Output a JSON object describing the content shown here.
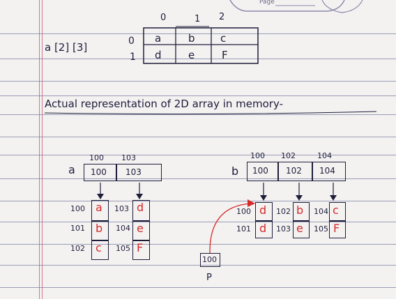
{
  "header": {
    "page_label": "Page"
  },
  "array_decl": {
    "label": "a [2] [3]",
    "col_indices": [
      "0",
      "1",
      "2"
    ],
    "row_indices": [
      "0",
      "1"
    ],
    "rows": [
      [
        "a",
        "b",
        "c"
      ],
      [
        "d",
        "e",
        "F"
      ]
    ]
  },
  "heading": "Actual representation of 2D array in memory-",
  "left": {
    "var": "a",
    "top_addrs": [
      "100",
      "103"
    ],
    "ptr_vals": [
      "100",
      "103"
    ],
    "col0": {
      "addrs": [
        "100",
        "101",
        "102"
      ],
      "vals": [
        "a",
        "b",
        "c"
      ]
    },
    "col1": {
      "addrs": [
        "103",
        "104",
        "105"
      ],
      "vals": [
        "d",
        "e",
        "F"
      ]
    }
  },
  "right": {
    "var": "b",
    "top_addrs": [
      "100",
      "102",
      "104"
    ],
    "ptr_vals": [
      "100",
      "102",
      "104"
    ],
    "col0": {
      "addrs": [
        "100",
        "101"
      ],
      "vals": [
        "d",
        "d"
      ]
    },
    "col1": {
      "addrs": [
        "102",
        "103"
      ],
      "vals": [
        "b",
        "e"
      ]
    },
    "col2": {
      "addrs": [
        "104",
        "105"
      ],
      "vals": [
        "c",
        "F"
      ]
    },
    "p_box": "100",
    "p_label": "P"
  }
}
